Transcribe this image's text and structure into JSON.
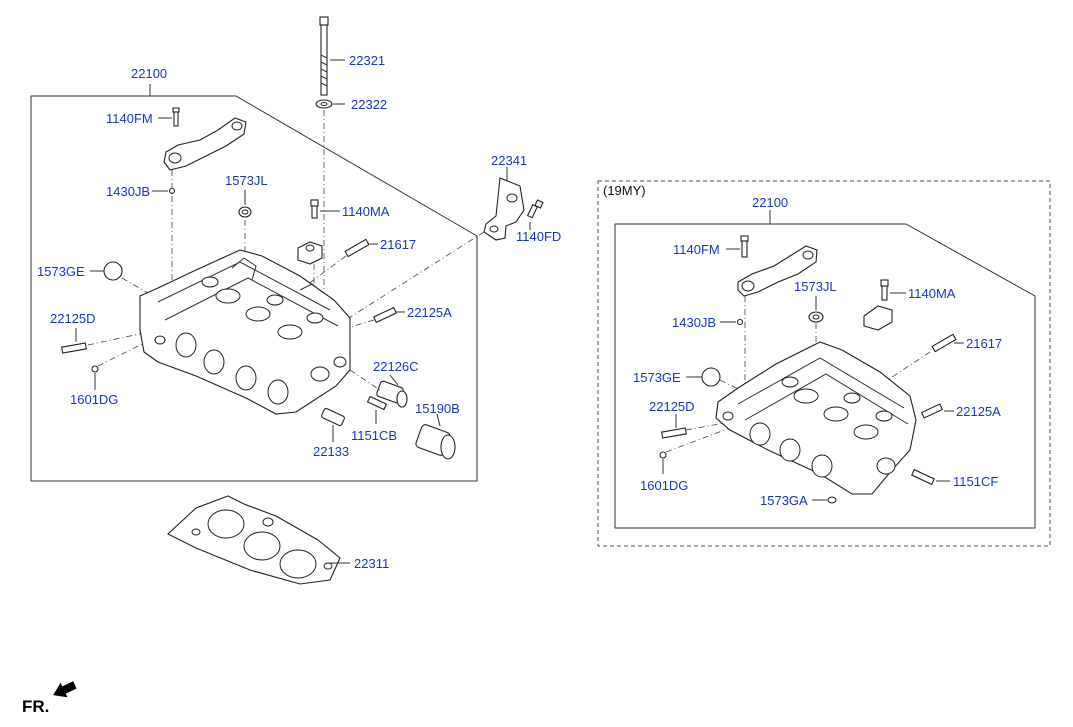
{
  "labels": {
    "l_22100": "22100",
    "l_22321": "22321",
    "l_22322": "22322",
    "l_1140FM": "1140FM",
    "l_1430JB": "1430JB",
    "l_1573JL": "1573JL",
    "l_1140MA": "1140MA",
    "l_22341": "22341",
    "l_1140FD": "1140FD",
    "l_21617": "21617",
    "l_1573GE": "1573GE",
    "l_22125A": "22125A",
    "l_22125D": "22125D",
    "l_22126C": "22126C",
    "l_1601DG": "1601DG",
    "l_15190B": "15190B",
    "l_1151CB": "1151CB",
    "l_22133": "22133",
    "l_22311": "22311",
    "r_variant": "(19MY)",
    "r_22100": "22100",
    "r_1140FM": "1140FM",
    "r_1573JL": "1573JL",
    "r_1140MA": "1140MA",
    "r_1430JB": "1430JB",
    "r_21617": "21617",
    "r_1573GE": "1573GE",
    "r_22125D": "22125D",
    "r_22125A": "22125A",
    "r_1601DG": "1601DG",
    "r_1151CF": "1151CF",
    "r_1573GA": "1573GA",
    "fr": "FR."
  },
  "colors": {
    "label": "#1a35c6",
    "line": "#333333"
  },
  "icons": [
    "front-direction-arrow-icon"
  ]
}
